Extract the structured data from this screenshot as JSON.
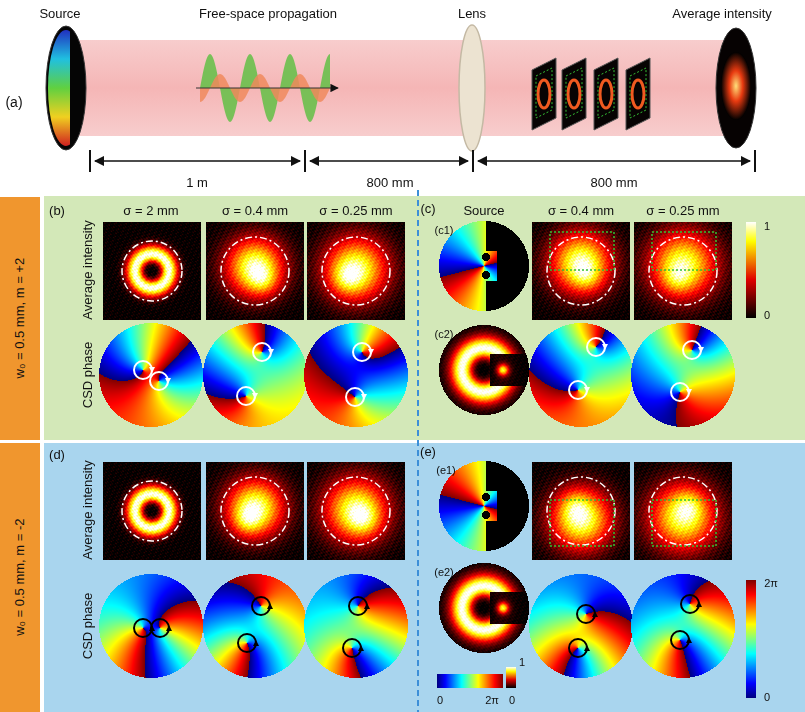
{
  "diagram": {
    "nodes": [
      {
        "text": [
          "w₀ = 0.5 mm, m = +2"
        ]
      },
      {
        "text": [
          "w₀ = 0.5 mm, m = -2"
        ]
      }
    ],
    "labels": [
      "(a)",
      "Source",
      "Free-space propagation",
      "Lens",
      "Average intensity",
      "1 m",
      "800 mm",
      "800 mm",
      "(b)",
      "σ = 2 mm",
      "σ = 0.4 mm",
      "σ = 0.25 mm",
      "Average intensity",
      "CSD phase",
      "(c)",
      "Source",
      "σ = 0.4 mm",
      "σ = 0.25 mm",
      "(c1)",
      "(c2)",
      "1",
      "0",
      "(d)",
      "Average intensity",
      "CSD phase",
      "(e)",
      "(e1)",
      "(e2)",
      "2π",
      "0",
      "0",
      "2π",
      "0",
      "1"
    ]
  }
}
